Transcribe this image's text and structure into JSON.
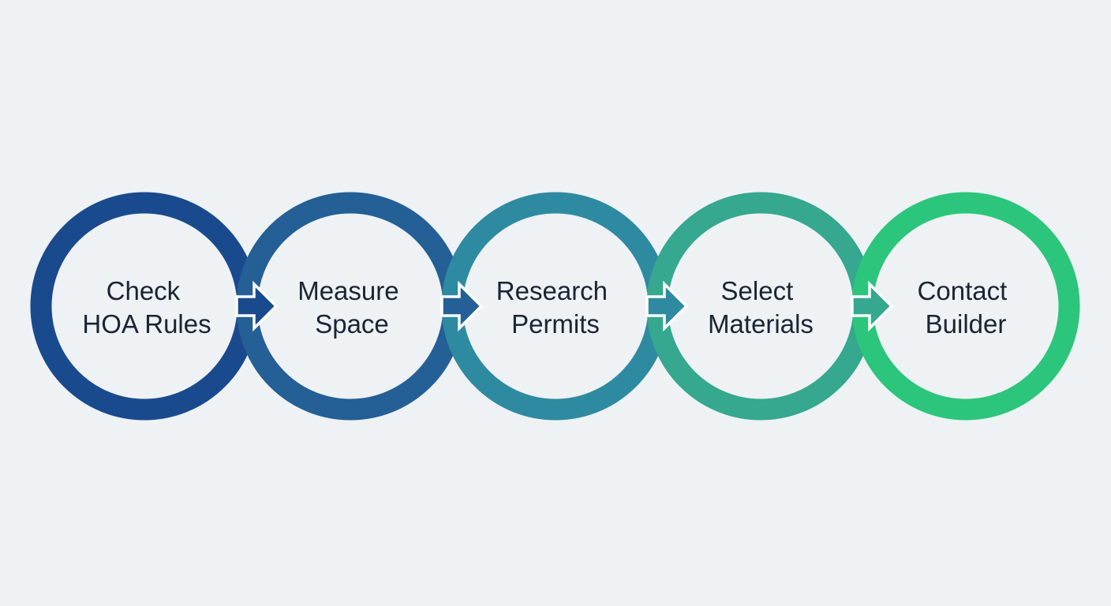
{
  "steps": [
    {
      "lines": [
        "Check",
        "HOA Rules"
      ],
      "color": "#1a4a8e"
    },
    {
      "lines": [
        "Measure",
        "Space"
      ],
      "color": "#245f96"
    },
    {
      "lines": [
        "Research",
        "Permits"
      ],
      "color": "#2e8aa1"
    },
    {
      "lines": [
        "Select",
        "Materials"
      ],
      "color": "#35a88f"
    },
    {
      "lines": [
        "Contact",
        "Builder"
      ],
      "color": "#2cc57c"
    }
  ],
  "arrow_icon": "right-arrow-icon"
}
